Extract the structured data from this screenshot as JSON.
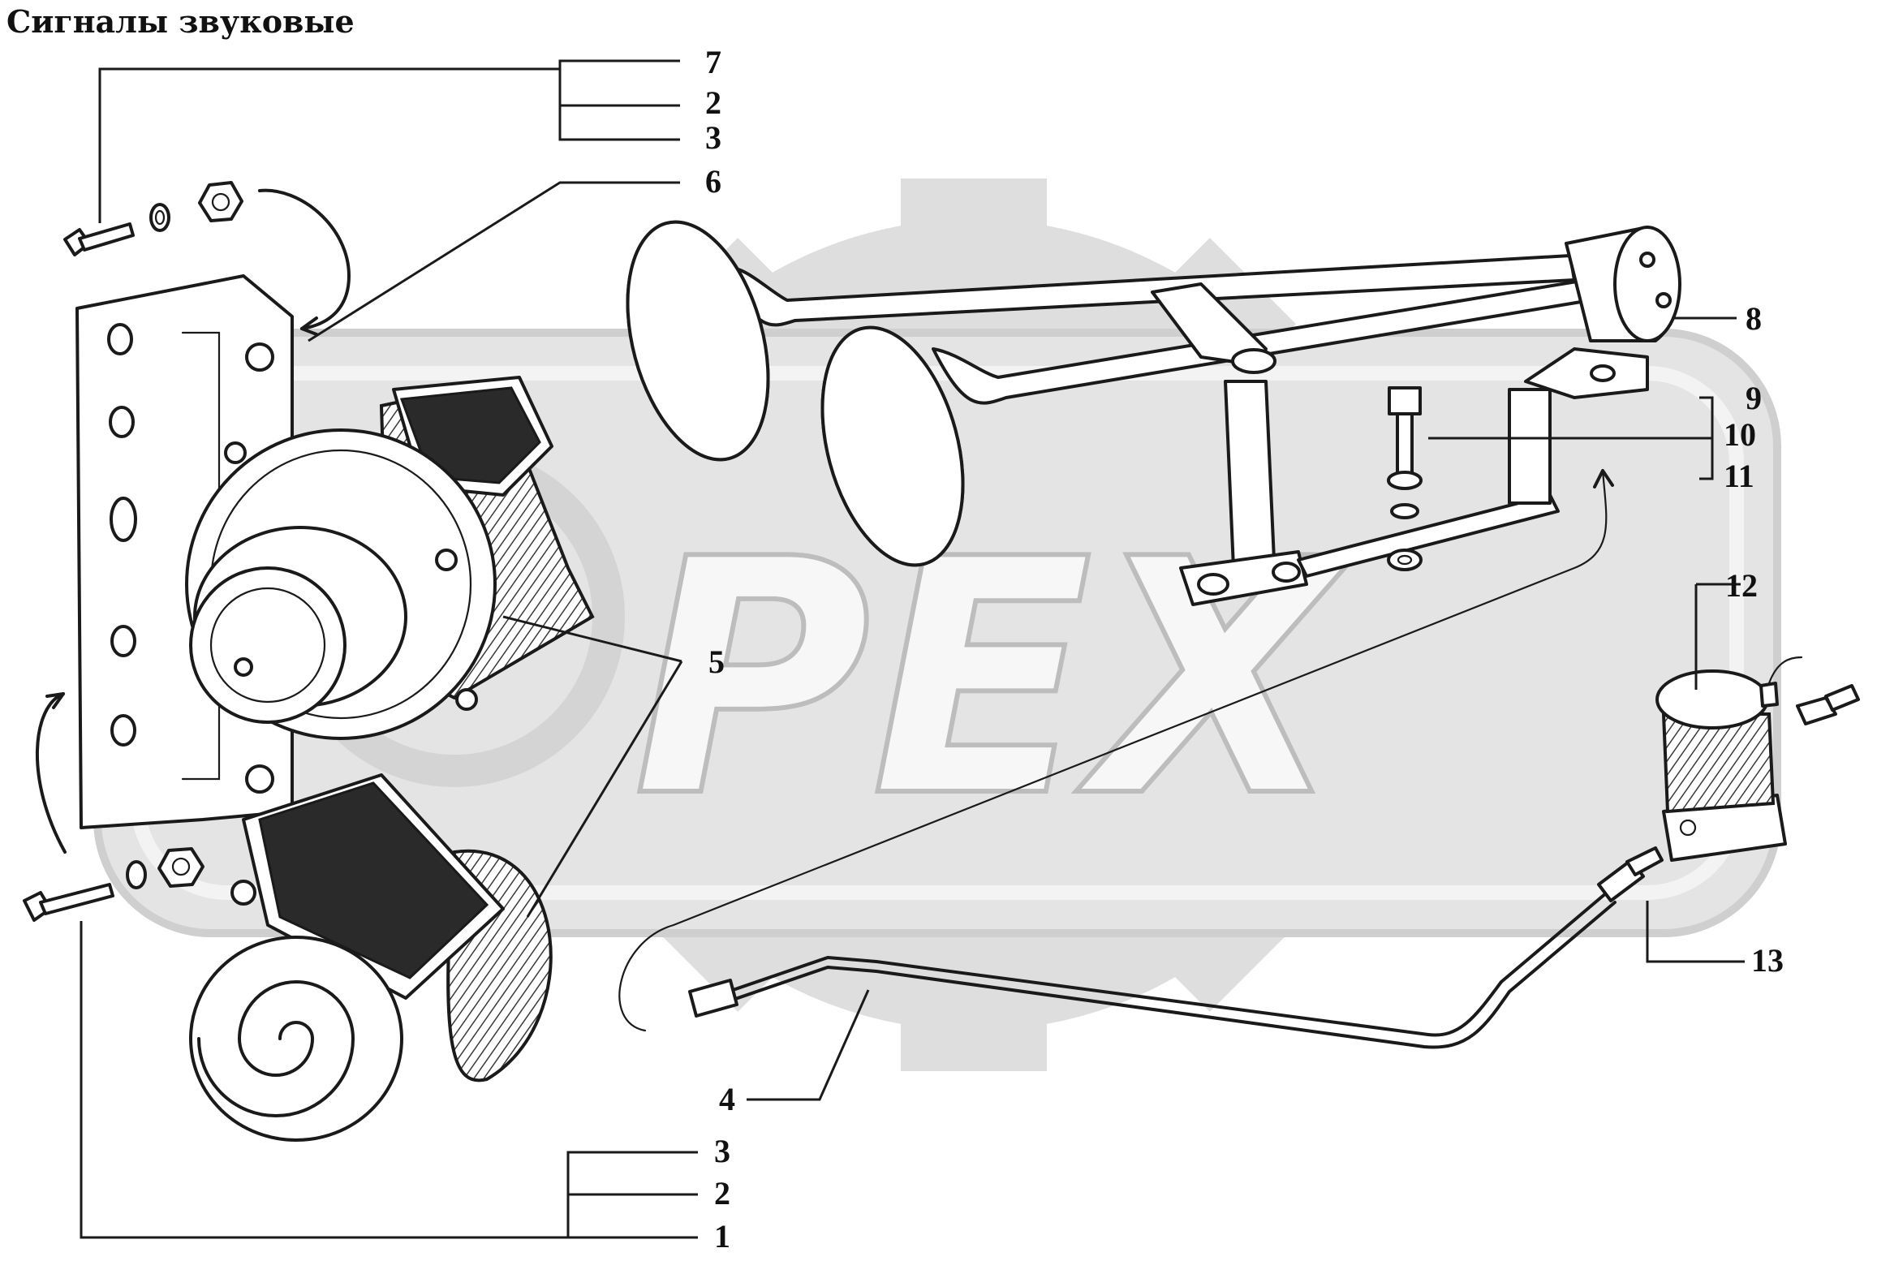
{
  "title": "Сигналы звуковые",
  "watermark": "PEX",
  "colors": {
    "watermark_gray": "#d9d9d9",
    "watermark_light": "#ececec",
    "ink": "#1a1a1a"
  },
  "callouts": [
    {
      "id": "c7",
      "label": "7"
    },
    {
      "id": "c2a",
      "label": "2"
    },
    {
      "id": "c3a",
      "label": "3"
    },
    {
      "id": "c6",
      "label": "6"
    },
    {
      "id": "c8",
      "label": "8"
    },
    {
      "id": "c9",
      "label": "9"
    },
    {
      "id": "c10",
      "label": "10"
    },
    {
      "id": "c11",
      "label": "11"
    },
    {
      "id": "c12",
      "label": "12"
    },
    {
      "id": "c5",
      "label": "5"
    },
    {
      "id": "c13",
      "label": "13"
    },
    {
      "id": "c4",
      "label": "4"
    },
    {
      "id": "c3b",
      "label": "3"
    },
    {
      "id": "c2b",
      "label": "2"
    },
    {
      "id": "c1",
      "label": "1"
    }
  ]
}
